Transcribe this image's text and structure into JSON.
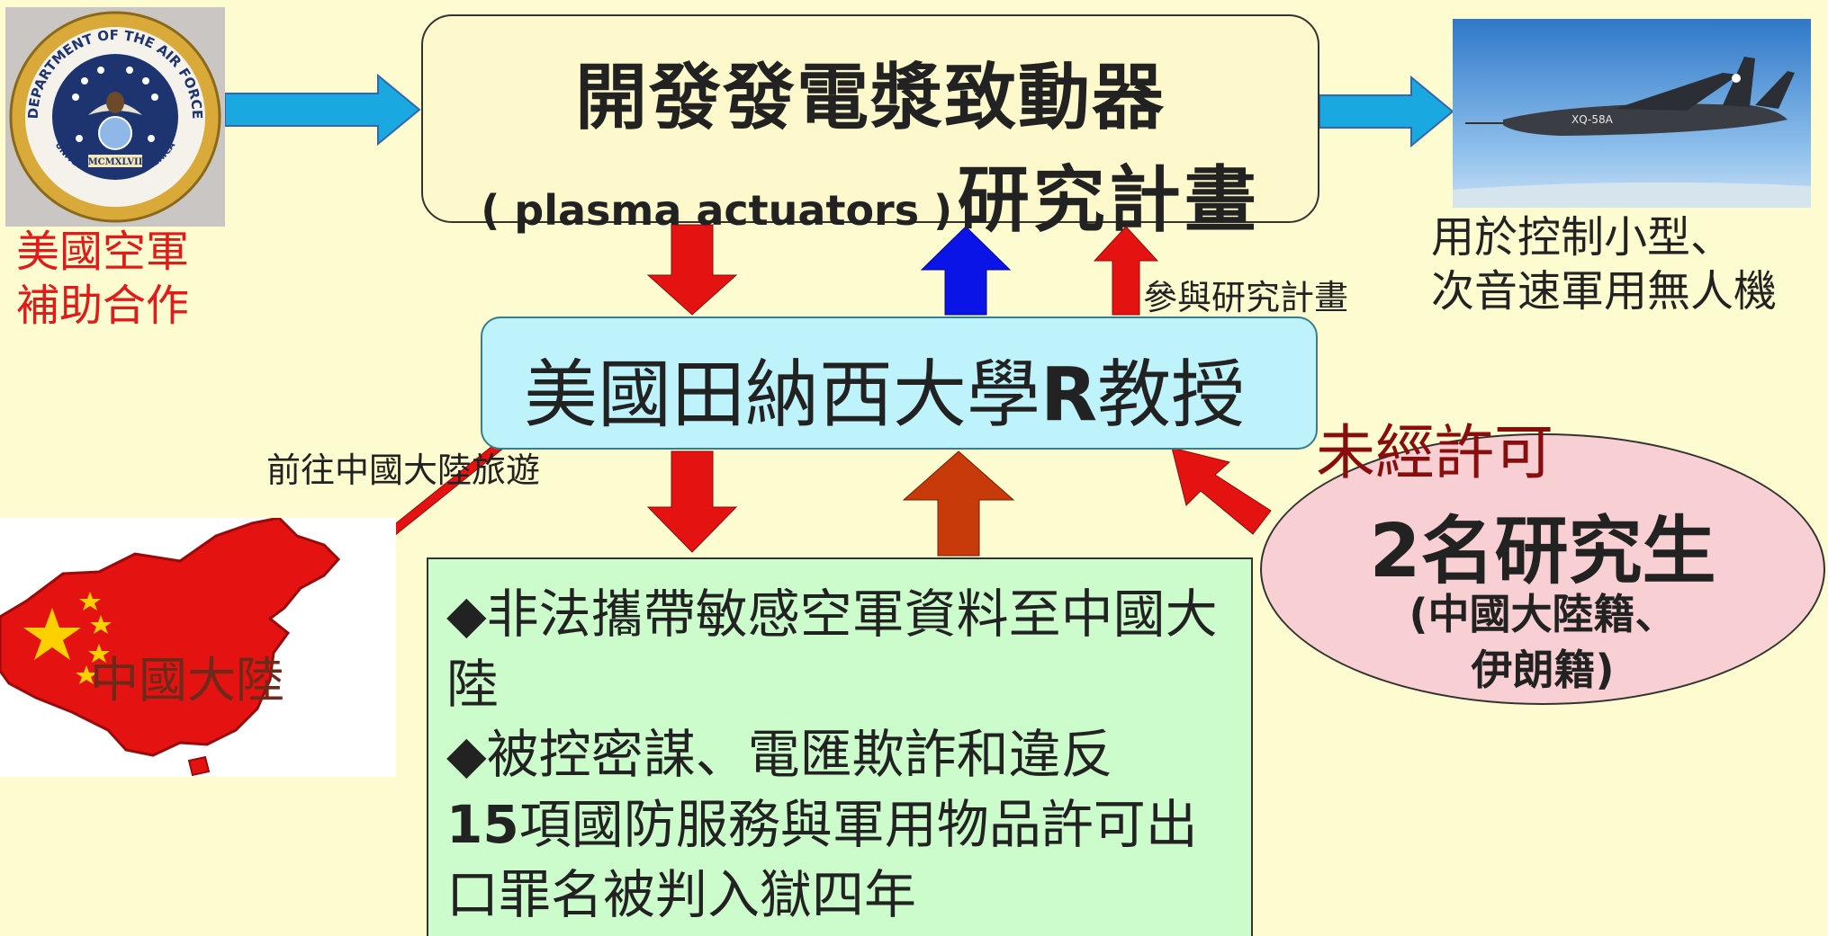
{
  "seal": {
    "ring_text": "DEPARTMENT OF THE AIR FORCE",
    "bottom_text": "UNITED STATES OF AMERICA",
    "year_text": "MCMXLVII"
  },
  "air_force": {
    "line1": "美國空軍",
    "line2": "補助合作"
  },
  "project": {
    "title": "開發發電漿致動器",
    "english": "( plasma actuators )",
    "plan": "研究計畫"
  },
  "drone": {
    "marking": "XQ-58A",
    "caption_line1": "用於控制小型、",
    "caption_line2": "次音速軍用無人機"
  },
  "professor": {
    "prefix": "美國田納西大學",
    "letter": "R",
    "suffix": "教授"
  },
  "labels": {
    "join_project": "參與研究計畫",
    "travel": "前往中國大陸旅遊",
    "china": "中國大陸",
    "unauthorized": "未經許可"
  },
  "charges": {
    "line1": "◆非法攜帶敏感空軍資料至中國大陸",
    "line2": "◆被控密謀、電匯欺詐和違反",
    "line3_num": "15",
    "line3_rest": "項國防服務與軍用物品許可出口罪名被判入獄四年"
  },
  "students": {
    "count_label": "2名研究生",
    "nationality_line1": "(中國大陸籍、",
    "nationality_line2": "伊朗籍)"
  },
  "colors": {
    "arrow_blue_light": "#1aa8e0",
    "arrow_red": "#e51212",
    "arrow_blue": "#0a14e6",
    "arrow_orange": "#c83a0a",
    "top_box": "#fdf9cc",
    "mid_box": "#bff3fb",
    "bottom_box": "#ccfbcc",
    "ellipse": "#f8cfd2"
  }
}
